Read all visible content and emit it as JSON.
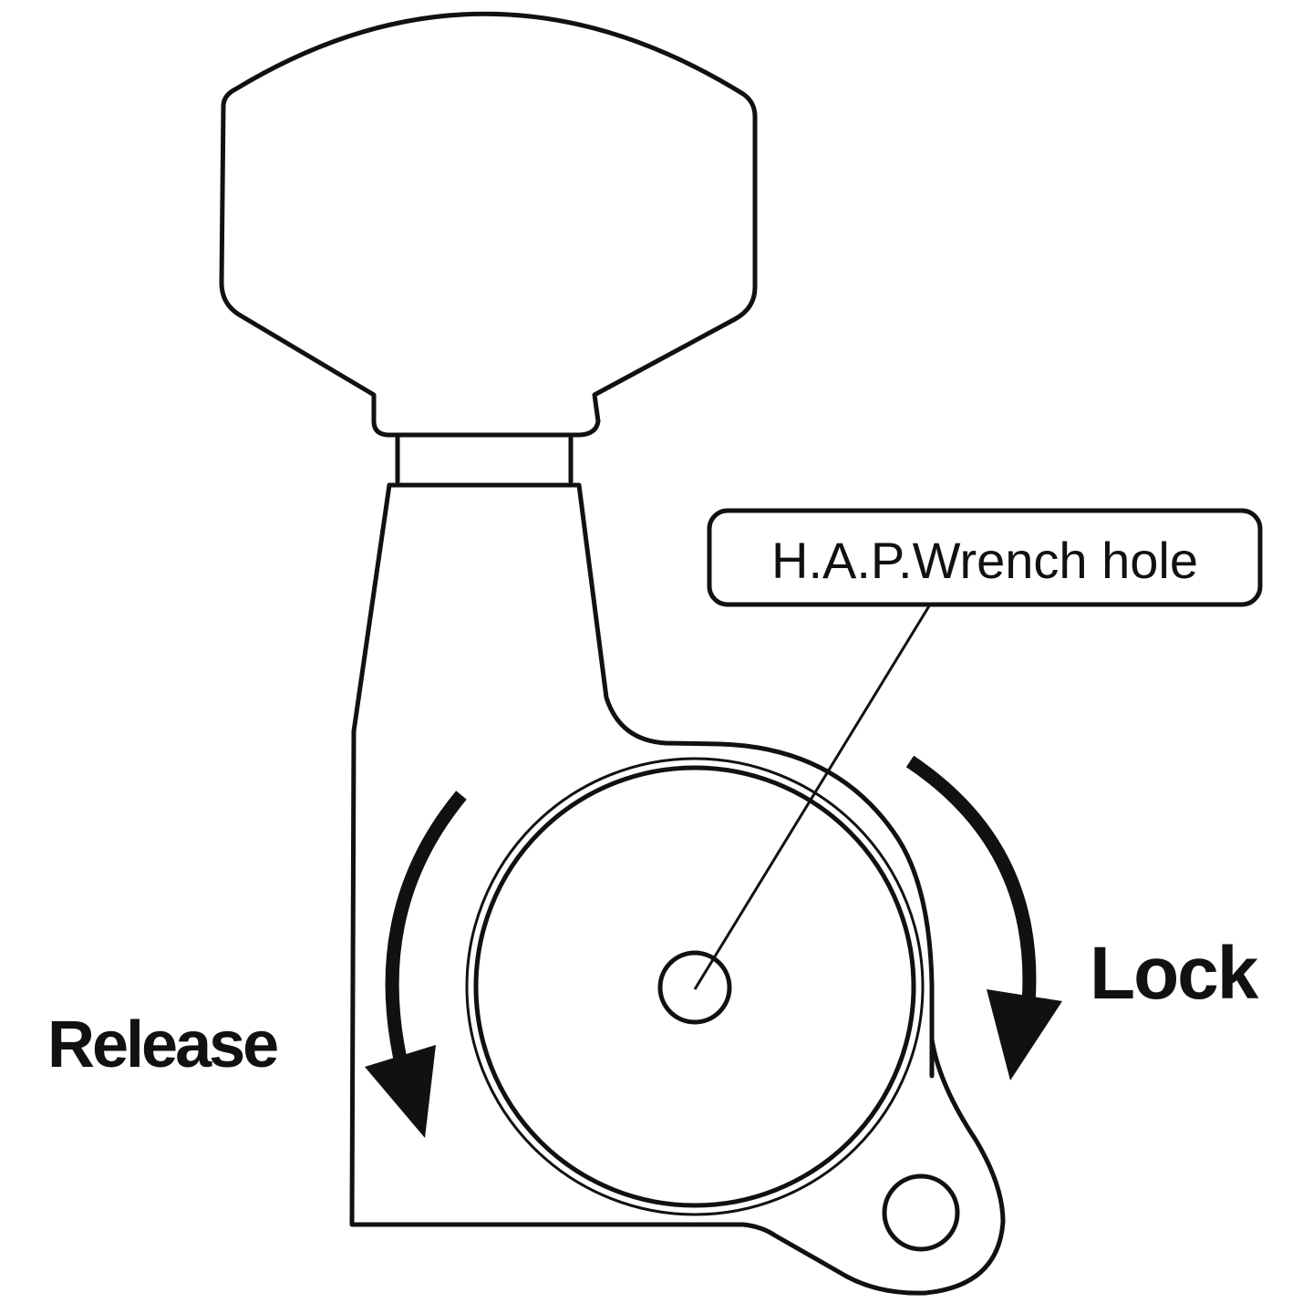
{
  "labels": {
    "callout": "H.A.P.Wrench hole",
    "release": "Release",
    "lock": "Lock"
  },
  "colors": {
    "line": "#111111",
    "background": "#ffffff"
  }
}
